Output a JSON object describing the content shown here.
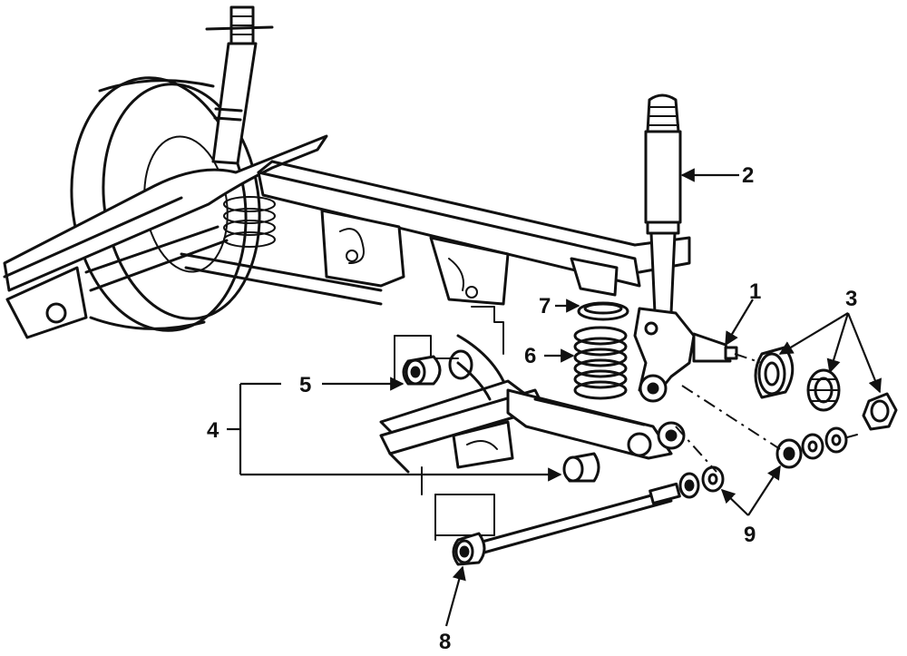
{
  "diagram": {
    "callouts": [
      {
        "id": "1",
        "label": "1"
      },
      {
        "id": "2",
        "label": "2"
      },
      {
        "id": "3",
        "label": "3"
      },
      {
        "id": "4",
        "label": "4"
      },
      {
        "id": "5",
        "label": "5"
      },
      {
        "id": "6",
        "label": "6"
      },
      {
        "id": "7",
        "label": "7"
      },
      {
        "id": "8",
        "label": "8"
      },
      {
        "id": "9",
        "label": "9"
      }
    ]
  },
  "colors": {
    "ink": "#111111",
    "background": "#ffffff"
  }
}
